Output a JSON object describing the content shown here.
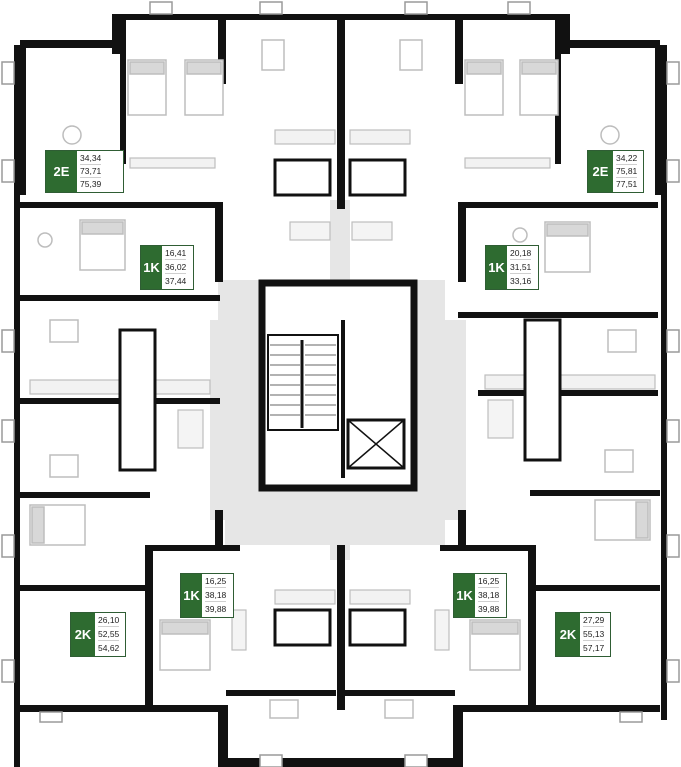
{
  "apartments": [
    {
      "id": "nw",
      "type": "2E",
      "areas": [
        "34,34",
        "73,71",
        "75,39"
      ]
    },
    {
      "id": "ne",
      "type": "2E",
      "areas": [
        "34,22",
        "75,81",
        "77,51"
      ]
    },
    {
      "id": "w1k",
      "type": "1K",
      "areas": [
        "16,41",
        "36,02",
        "37,44"
      ]
    },
    {
      "id": "e1k",
      "type": "1K",
      "areas": [
        "20,18",
        "31,51",
        "33,16"
      ]
    },
    {
      "id": "sw1k",
      "type": "1K",
      "areas": [
        "16,25",
        "38,18",
        "39,88"
      ]
    },
    {
      "id": "se1k",
      "type": "1K",
      "areas": [
        "16,25",
        "38,18",
        "39,88"
      ]
    },
    {
      "id": "sw2k",
      "type": "2K",
      "areas": [
        "26,10",
        "52,55",
        "54,62"
      ]
    },
    {
      "id": "se2k",
      "type": "2K",
      "areas": [
        "27,29",
        "55,13",
        "57,17"
      ]
    }
  ],
  "colors": {
    "wall": "#111111",
    "badge": "#2e6b30",
    "floor_common": "#e6e6e6",
    "furniture": "#c9c9c9",
    "window": "#9a9a9a"
  }
}
